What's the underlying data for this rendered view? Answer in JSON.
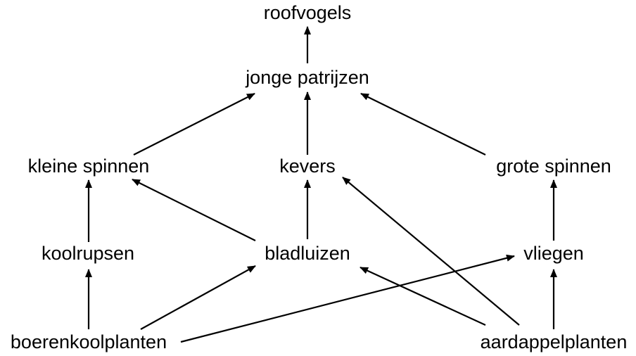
{
  "diagram": {
    "nodes": {
      "roofvogels": "roofvogels",
      "jonge_patrijzen": "jonge patrijzen",
      "kleine_spinnen": "kleine spinnen",
      "kevers": "kevers",
      "grote_spinnen": "grote spinnen",
      "koolrupsen": "koolrupsen",
      "bladluizen": "bladluizen",
      "vliegen": "vliegen",
      "boerenkoolplanten": "boerenkoolplanten",
      "aardappelplanten": "aardappelplanten"
    },
    "edges": [
      {
        "from": "jonge_patrijzen",
        "to": "roofvogels"
      },
      {
        "from": "kleine_spinnen",
        "to": "jonge_patrijzen"
      },
      {
        "from": "kevers",
        "to": "jonge_patrijzen"
      },
      {
        "from": "grote_spinnen",
        "to": "jonge_patrijzen"
      },
      {
        "from": "koolrupsen",
        "to": "kleine_spinnen"
      },
      {
        "from": "bladluizen",
        "to": "kleine_spinnen"
      },
      {
        "from": "bladluizen",
        "to": "kevers"
      },
      {
        "from": "vliegen",
        "to": "grote_spinnen"
      },
      {
        "from": "boerenkoolplanten",
        "to": "koolrupsen"
      },
      {
        "from": "boerenkoolplanten",
        "to": "bladluizen"
      },
      {
        "from": "boerenkoolplanten",
        "to": "vliegen"
      },
      {
        "from": "aardappelplanten",
        "to": "bladluizen"
      },
      {
        "from": "aardappelplanten",
        "to": "kevers"
      },
      {
        "from": "aardappelplanten",
        "to": "vliegen"
      }
    ]
  }
}
